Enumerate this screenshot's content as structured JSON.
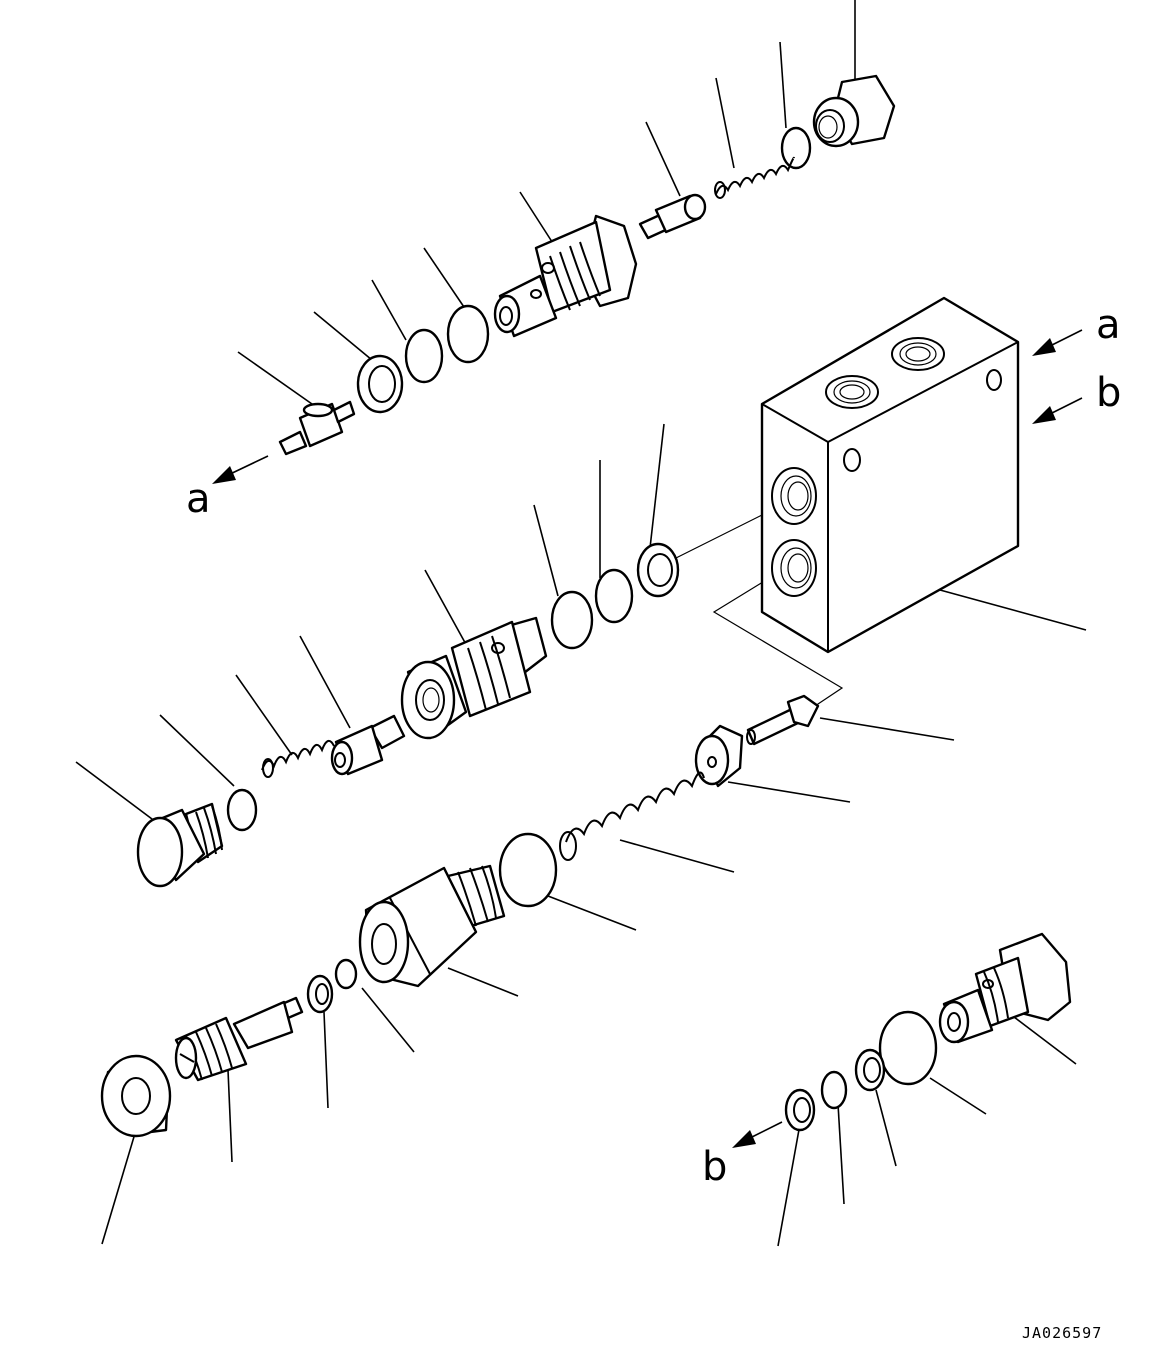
{
  "diagram": {
    "labels": {
      "a_top": "a",
      "b_top": "b",
      "a_left": "a",
      "b_bottom": "b"
    },
    "drawing_code": "JA026597",
    "colors": {
      "ink": "#000000",
      "paper": "#ffffff"
    }
  }
}
